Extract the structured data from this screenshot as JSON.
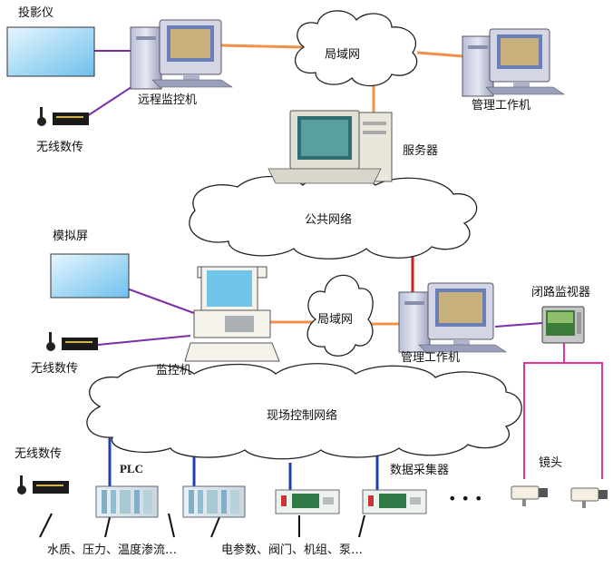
{
  "labels": {
    "projector": "投影仪",
    "remote_monitor": "远程监控机",
    "wireless_top": "无线数传",
    "lan_top": "局域网",
    "mgmt_top": "管理工作机",
    "server": "服务器",
    "public_net": "公共网络",
    "sim_screen": "模拟屏",
    "wireless_mid": "无线数传",
    "monitor_pc": "监控机",
    "lan_mid": "局域网",
    "mgmt_mid": "管理工作机",
    "cctv": "闭路监视器",
    "field_net": "现场控制网络",
    "wireless_bottom": "无线数传",
    "plc": "PLC",
    "data_collector": "数据采集器",
    "ellipsis": "• • •",
    "lens": "镜头",
    "sensor_text_1": "水质、压力、温度渗流…",
    "sensor_text_2": "电参数、阀门、机组、泵…"
  },
  "colors": {
    "lan_link": "#f0904a",
    "public_link": "#d0201c",
    "field_link": "#1f3fb0",
    "wireless_link": "#7b2fa8",
    "video_link": "#e0339a",
    "equipment_link": "#111111"
  }
}
